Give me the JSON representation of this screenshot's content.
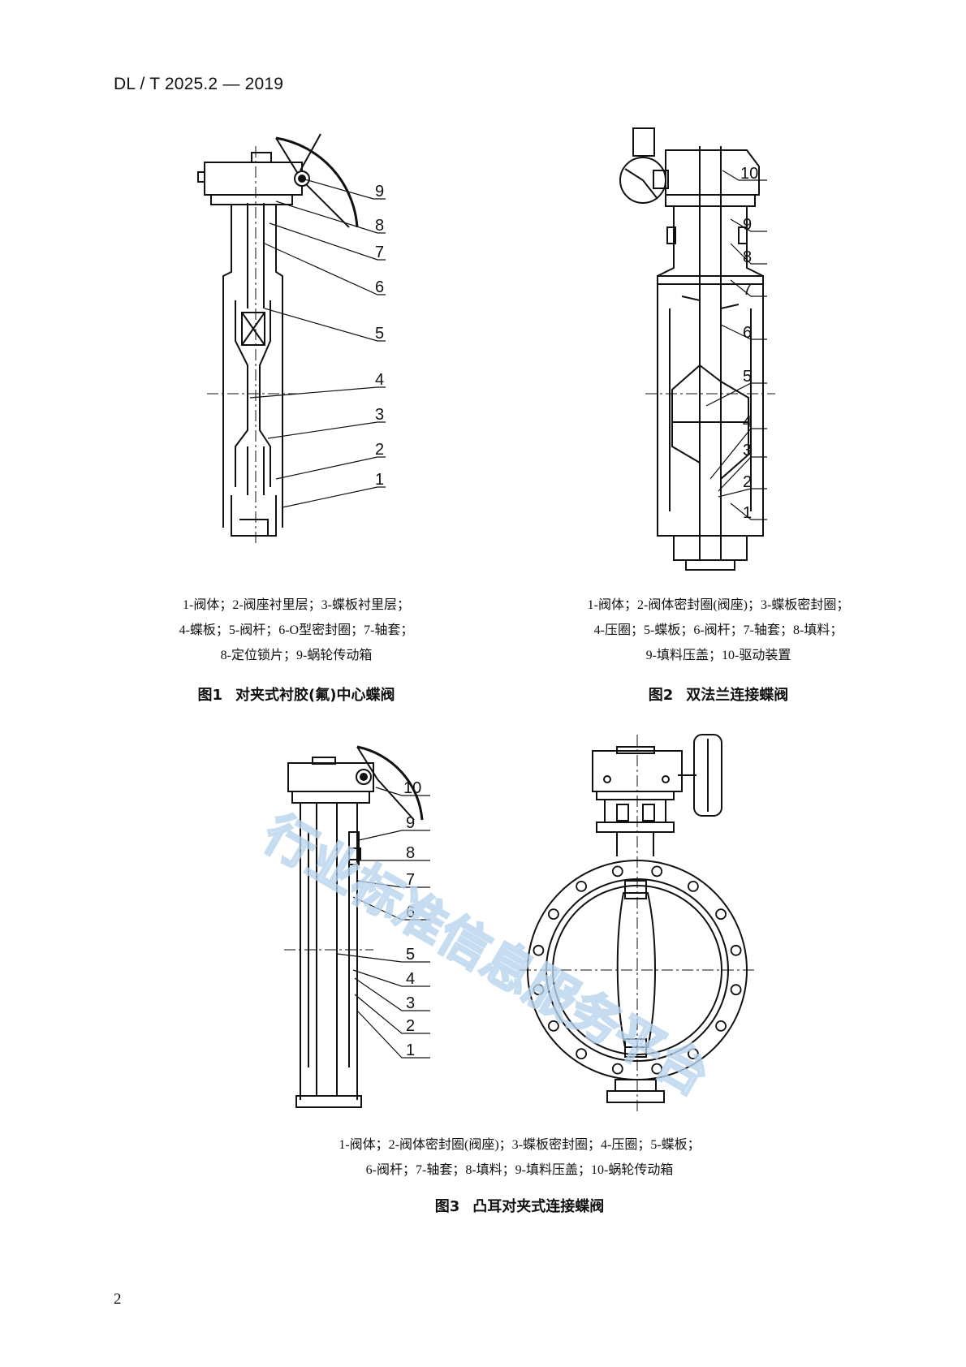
{
  "header": {
    "code": "DL / T 2025.2 — 2019"
  },
  "figure1": {
    "parts_lines": [
      "1-阀体；2-阀座衬里层；3-蝶板衬里层；",
      "4-蝶板；5-阀杆；6-O型密封圈；7-轴套；",
      "8-定位锁片；9-蜗轮传动箱"
    ],
    "number": "图1",
    "title": "对夹式衬胶(氟)中心蝶阀",
    "labels": [
      "9",
      "8",
      "7",
      "6",
      "5",
      "4",
      "3",
      "2",
      "1"
    ]
  },
  "figure2": {
    "parts_lines": [
      "1-阀体；2-阀体密封圈(阀座)；3-蝶板密封圈；",
      "4-压圈；5-蝶板；6-阀杆；7-轴套；8-填料；",
      "9-填料压盖；10-驱动装置"
    ],
    "number": "图2",
    "title": "双法兰连接蝶阀",
    "labels": [
      "10",
      "9",
      "8",
      "7",
      "6",
      "5",
      "4",
      "3",
      "2",
      "1"
    ]
  },
  "figure3": {
    "parts_lines": [
      "1-阀体；2-阀体密封圈(阀座)；3-蝶板密封圈；4-压圈；5-蝶板；",
      "6-阀杆；7-轴套；8-填料；9-填料压盖；10-蜗轮传动箱"
    ],
    "number": "图3",
    "title": "凸耳对夹式连接蝶阀",
    "labels": [
      "10",
      "9",
      "8",
      "7",
      "6",
      "5",
      "4",
      "3",
      "2",
      "1"
    ]
  },
  "watermark": {
    "text": "行业标准信息服务平台",
    "color": "#b8d4ee"
  },
  "page_number": "2"
}
